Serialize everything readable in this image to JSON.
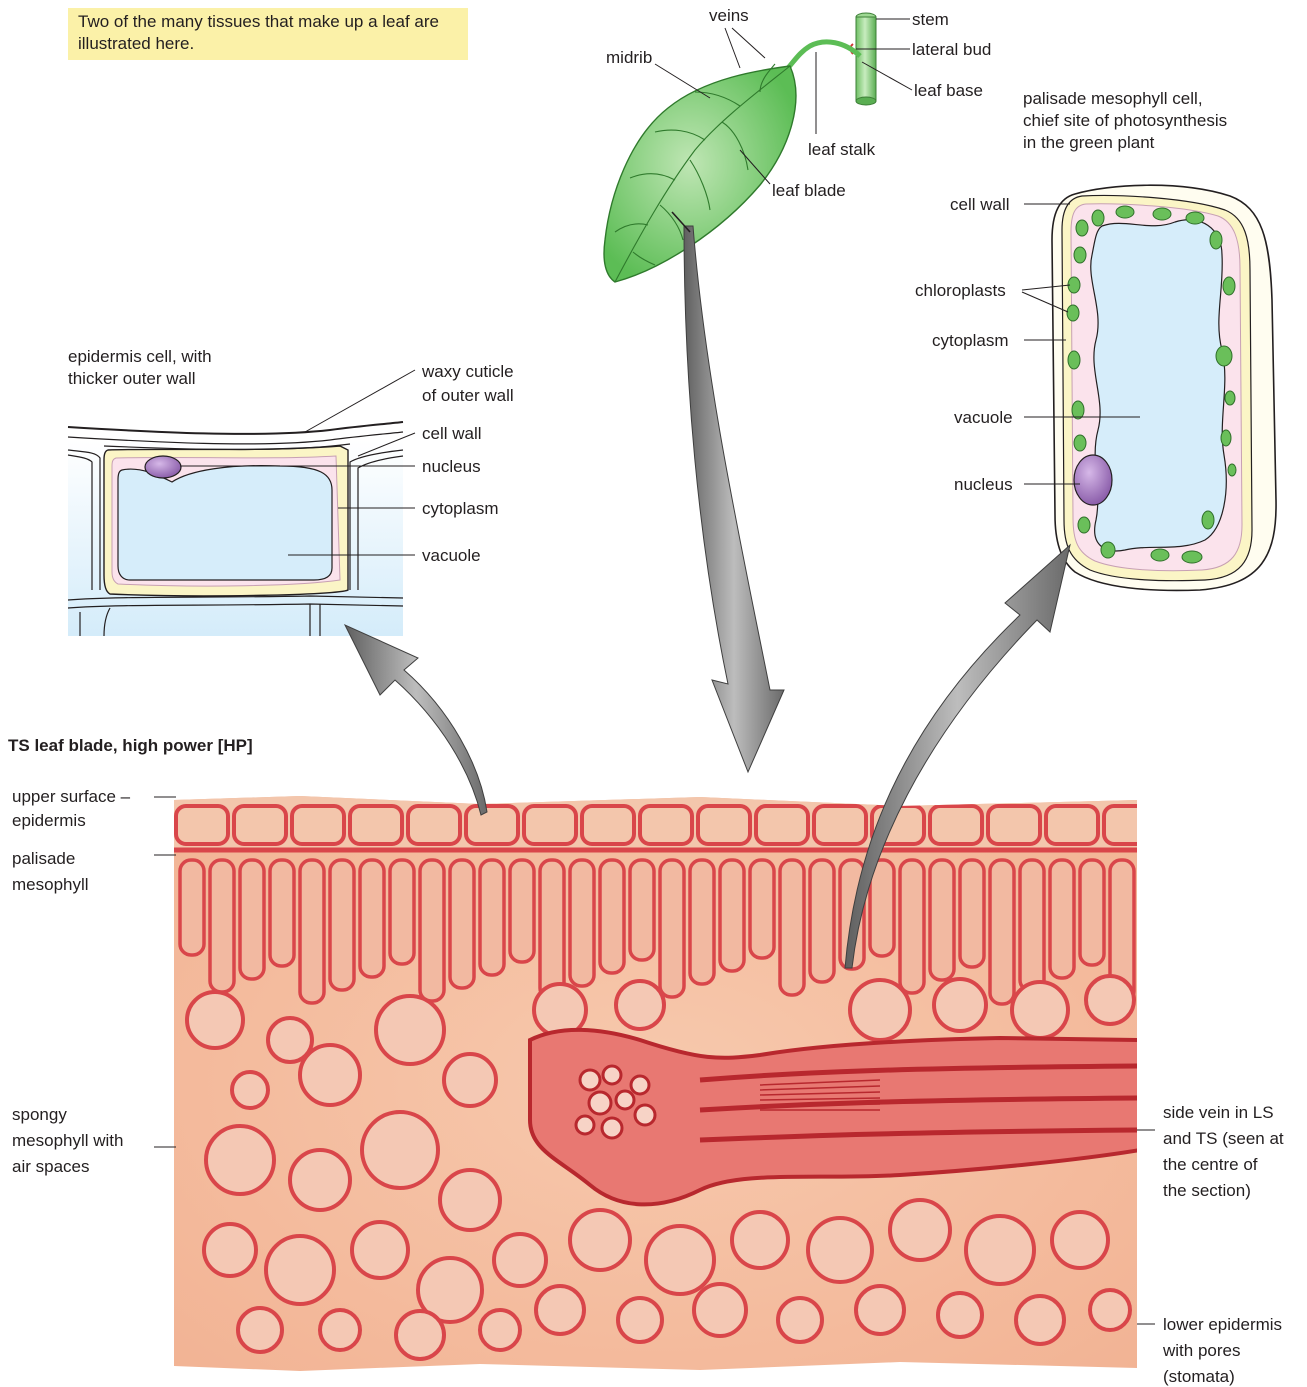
{
  "intro_note": "Two of the many tissues that make up a leaf are illustrated here.",
  "leaf": {
    "veins": "veins",
    "midrib": "midrib",
    "stem": "stem",
    "lateral_bud": "lateral bud",
    "leaf_base": "leaf base",
    "leaf_stalk": "leaf stalk",
    "leaf_blade": "leaf blade"
  },
  "palisade": {
    "title_bold": "palisade mesophyll cell",
    "title_comma": ",",
    "subtitle_1": "chief site of photosynthesis",
    "subtitle_2": "in the green plant",
    "cell_wall": "cell wall",
    "chloroplasts": "chloroplasts",
    "cytoplasm": "cytoplasm",
    "vacuole": "vacuole",
    "nucleus": "nucleus"
  },
  "epidermis": {
    "title_bold": "epidermis cell",
    "title_rest": ", with",
    "title_2": "thicker outer wall",
    "cuticle_1": "waxy cuticle",
    "cuticle_2": "of outer wall",
    "cell_wall": "cell wall",
    "nucleus": "nucleus",
    "cytoplasm": "cytoplasm",
    "vacuole": "vacuole"
  },
  "section": {
    "title": "TS leaf blade, high power [HP]",
    "upper_1": "upper surface –",
    "upper_2": "epidermis",
    "palisade_1": "palisade",
    "palisade_2": "mesophyll",
    "spongy_1": "spongy",
    "spongy_2": "mesophyll with",
    "spongy_3": "air spaces",
    "vein_1": "side vein in LS",
    "vein_2": "and TS (seen at",
    "vein_3": "the centre of",
    "vein_4": "the section)",
    "lower_1": "lower epidermis",
    "lower_2": "with pores",
    "lower_3": "(stomata)"
  },
  "colors": {
    "leaf_green": "#5cbd55",
    "chloroplast_green": "#6abf5a",
    "vacuole_blue": "#d6edfa",
    "cytoplasm_pink": "#fbe3ec",
    "cell_wall_yellow": "#fbf5c6",
    "nucleus_purple": "#9b6bb6",
    "stain_red": "#d9464a",
    "tissue_bg": "#f5c5a6",
    "note_yellow": "#fbf1a8"
  }
}
